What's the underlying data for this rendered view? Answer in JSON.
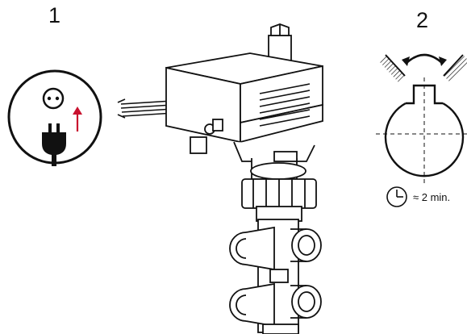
{
  "steps": [
    {
      "number": "1"
    },
    {
      "number": "2"
    }
  ],
  "timer": {
    "label": "≈ 2 min."
  },
  "colors": {
    "line": "#111111",
    "arrow": "#c8102e",
    "fill": "#ffffff",
    "shade": "#dcdcdc"
  },
  "icons": [
    "power-plug-icon",
    "socket-icon",
    "rotation-arrows-icon",
    "clock-icon"
  ]
}
